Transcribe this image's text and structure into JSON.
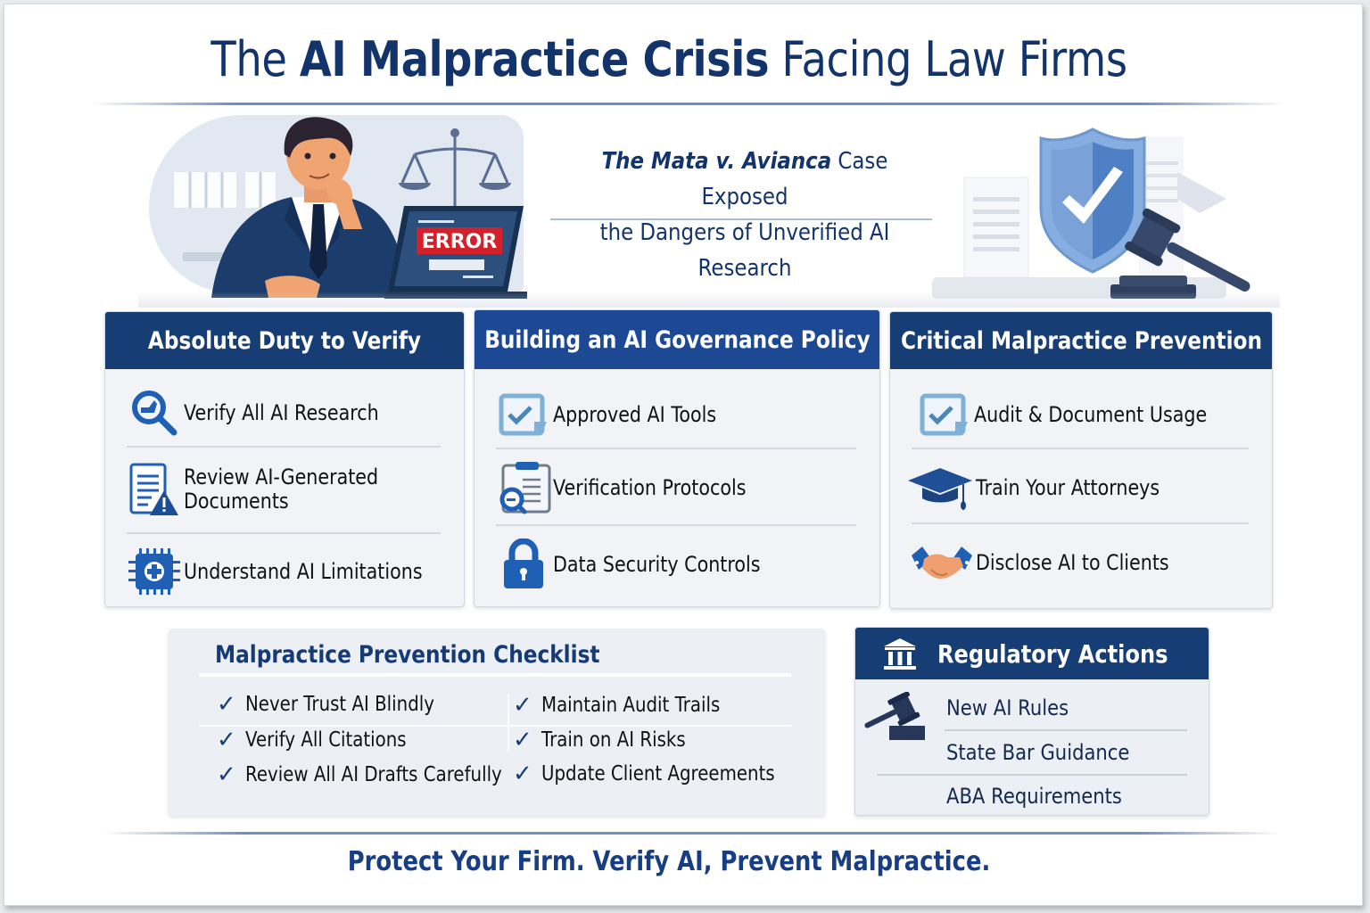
{
  "header": {
    "title_prefix": "The ",
    "title_bold": "AI Malpractice Crisis",
    "title_suffix": " Facing Law Firms"
  },
  "hero": {
    "subtitle_line1_prefix": "The ",
    "subtitle_case_name": "Mata v. Avianca",
    "subtitle_line1_suffix": " Case Exposed",
    "subtitle_line2": "the Dangers of Unverified AI Research",
    "laptop_error_text": "ERROR",
    "illustrations": [
      "lawyer-at-laptop",
      "scales-of-justice",
      "shield-checkmark",
      "gavel",
      "documents"
    ]
  },
  "cards": [
    {
      "title": "Absolute Duty to Verify",
      "items": [
        {
          "icon": "magnifier-icon",
          "label": "Verify All AI Research"
        },
        {
          "icon": "document-warning-icon",
          "label_line1": "Review AI-Generated",
          "label_line2": "Documents"
        },
        {
          "icon": "ai-chip-icon",
          "label": "Understand AI Limitations"
        }
      ]
    },
    {
      "title": "Building an AI Governance Policy",
      "items": [
        {
          "icon": "checkbox-icon",
          "label": "Approved AI Tools"
        },
        {
          "icon": "clipboard-search-icon",
          "label": "Verification Protocols"
        },
        {
          "icon": "padlock-icon",
          "label": "Data Security Controls"
        }
      ]
    },
    {
      "title": "Critical Malpractice Prevention",
      "items": [
        {
          "icon": "checkbox-icon",
          "label": "Audit & Document Usage"
        },
        {
          "icon": "graduation-cap-icon",
          "label": "Train Your Attorneys"
        },
        {
          "icon": "handshake-icon",
          "label": "Disclose AI to Clients"
        }
      ]
    }
  ],
  "checklist": {
    "title": "Malpractice Prevention Checklist",
    "check_glyph": "✓",
    "left": [
      "Never Trust AI Blindly",
      "Verify All Citations",
      "Review All AI Drafts Carefully"
    ],
    "right": [
      "Maintain Audit Trails",
      "Train on AI Risks",
      "Update Client Agreements"
    ]
  },
  "regulatory": {
    "title": "Regulatory Actions",
    "items": [
      "New AI Rules",
      "State Bar Guidance",
      "ABA Requirements"
    ]
  },
  "footer": {
    "tagline": "Protect Your Firm. Verify AI, Prevent Malpractice."
  },
  "colors": {
    "navy": "#173e74",
    "royal_blue": "#1d4894",
    "title_text": "#13336b",
    "error_red": "#d2212a",
    "card_bg": "#f1f3f7"
  }
}
